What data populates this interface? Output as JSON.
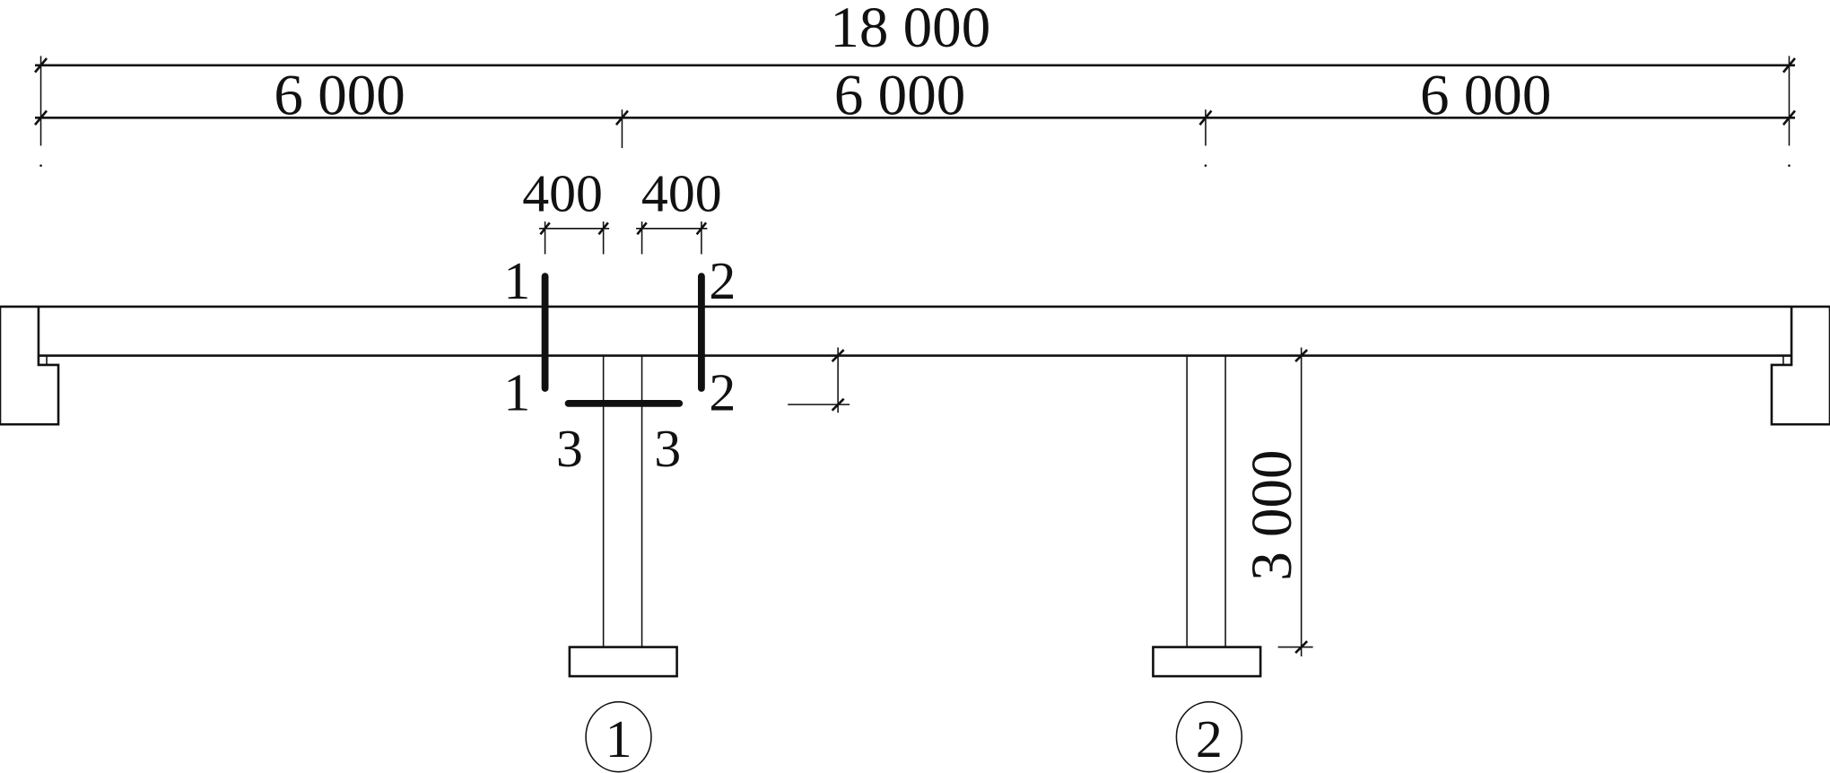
{
  "dimensions": {
    "total": "18 000",
    "spans": [
      "6 000",
      "6 000",
      "6 000"
    ],
    "offsets": [
      "400",
      "400"
    ],
    "column_height": "3 000"
  },
  "sections": {
    "s1_top": "1",
    "s1_bottom": "1",
    "s2_top": "2",
    "s2_bottom": "2",
    "s3_left": "3",
    "s3_right": "3"
  },
  "axes": [
    "①",
    "②"
  ],
  "colors": {
    "line": "#111111",
    "background": "#ffffff"
  }
}
